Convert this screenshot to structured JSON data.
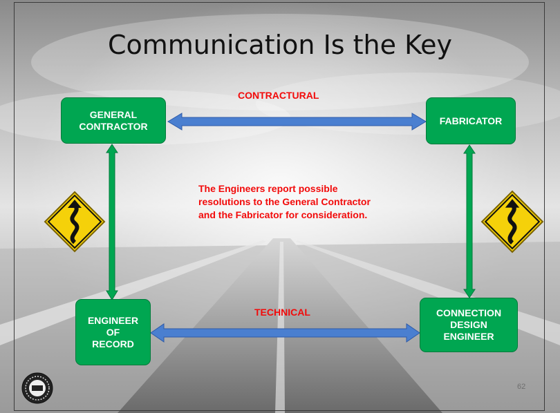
{
  "title": "Communication Is the Key",
  "nodes": {
    "general_contractor": "GENERAL\nCONTRACTOR",
    "fabricator": "FABRICATOR",
    "engineer_of_record": "ENGINEER\nOF\nRECORD",
    "connection_design_engineer": "CONNECTION\nDESIGN\nENGINEER"
  },
  "edge_labels": {
    "top": "CONTRACTURAL",
    "bottom": "TECHNICAL"
  },
  "note": "The Engineers report possible resolutions to the General Contractor and the Fabricator for consideration.",
  "slide_number": "62",
  "colors": {
    "box": "#00a651",
    "arrow": "#4a7fd0",
    "label": "#f20a0a",
    "sign": "#f5d10a"
  },
  "icons": [
    "winding-road-sign-icon",
    "winding-road-sign-icon",
    "aisc-seal-icon"
  ]
}
